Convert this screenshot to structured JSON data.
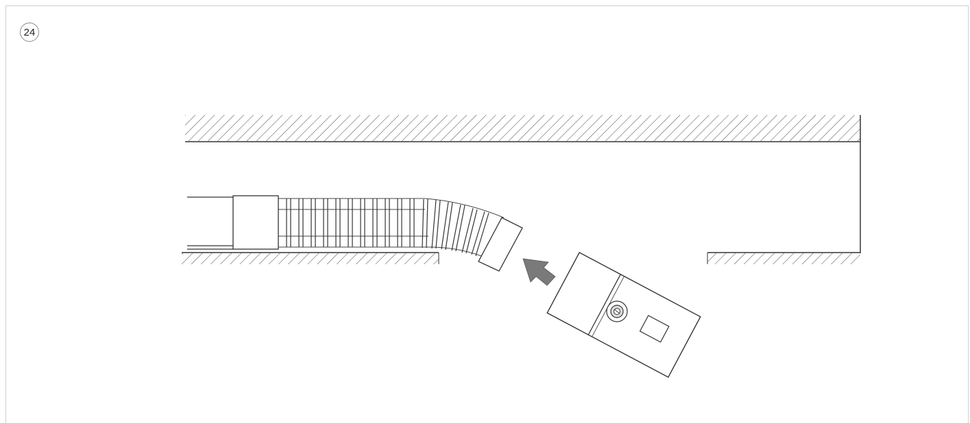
{
  "step": {
    "number": "24"
  },
  "diagram": {
    "arrow_color": "#7a7a7a",
    "line_color": "#333333",
    "hatch_color": "#555555",
    "components": [
      "upper-wall",
      "lower-wall-left",
      "lower-wall-right",
      "inlet-pipe",
      "hose-cuff",
      "flexible-hose",
      "hose-end-cuff",
      "insertion-arrow",
      "unit-connector",
      "unit-valve"
    ]
  }
}
